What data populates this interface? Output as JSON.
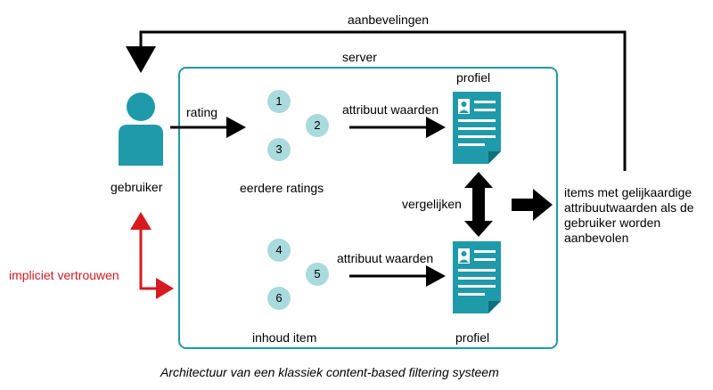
{
  "labels": {
    "aanbevelingen": "aanbevelingen",
    "server": "server",
    "gebruiker": "gebruiker",
    "rating": "rating",
    "eerdere_ratings": "eerdere ratings",
    "inhoud_item": "inhoud item",
    "attribuut_top": "attribuut waarden",
    "attribuut_bottom": "attribuut waarden",
    "profiel_top": "profiel",
    "profiel_bottom": "profiel",
    "vergelijken": "vergelijken",
    "impliciet_vertrouwen": "impliciet vertrouwen",
    "result_text": "items met gelijkaardige attribuutwaarden als de gebruiker worden aanbevolen",
    "caption": "Architectuur van een klassiek content-based filtering systeem"
  },
  "ratings_top": [
    "1",
    "2",
    "3"
  ],
  "ratings_bottom": [
    "4",
    "5",
    "6"
  ],
  "colors": {
    "teal": "#1f9aaa",
    "teal_light": "#a9dadd",
    "red": "#d71920",
    "black": "#000000"
  },
  "icons": {
    "user": "person-icon",
    "profile": "profile-document-icon"
  }
}
